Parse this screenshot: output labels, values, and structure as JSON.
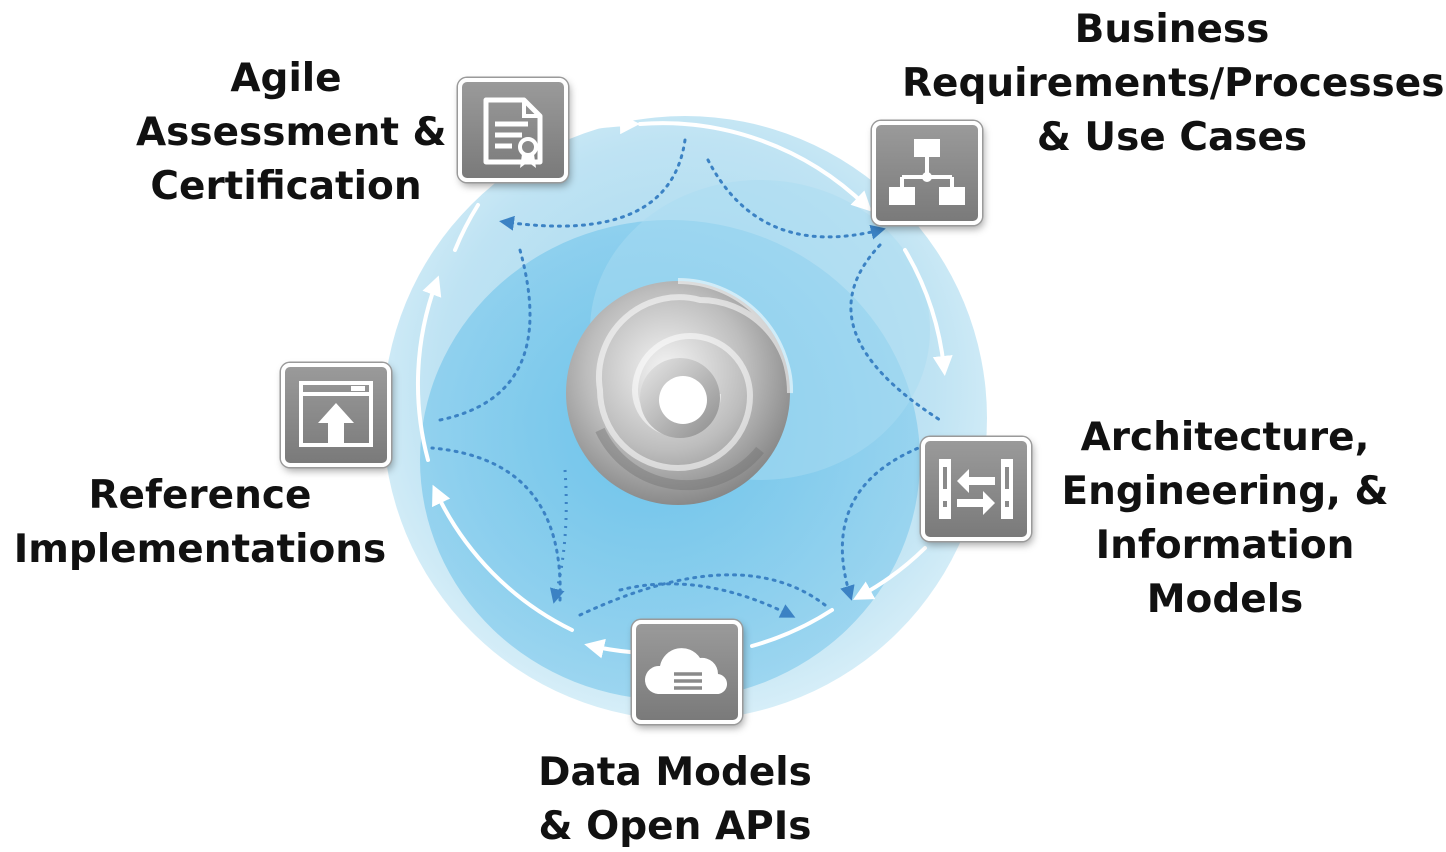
{
  "labels": {
    "agile": [
      "Agile",
      "Assessment &",
      "Certification"
    ],
    "business": [
      "Business",
      "Requirements/Processes",
      "& Use Cases"
    ],
    "architecture": [
      "Architecture,",
      "Engineering, &",
      "Information",
      "Models"
    ],
    "data_models": [
      "Data Models",
      "& Open APIs"
    ],
    "reference": [
      "Reference",
      "Implementations"
    ]
  },
  "icons": {
    "agile": "certificate-document-icon",
    "business": "process-flowchart-icon",
    "architecture": "exchange-arrows-icon",
    "data_models": "cloud-icon",
    "reference": "upload-window-icon"
  },
  "colors": {
    "outer_circle": "#bfe3f3",
    "inner_circle": "#6ec3ea",
    "cycle_arrow": "#ffffff",
    "dotted_arrow": "#3b82c4",
    "icon_tile": "#8a8a8a",
    "label_text": "#111111"
  }
}
